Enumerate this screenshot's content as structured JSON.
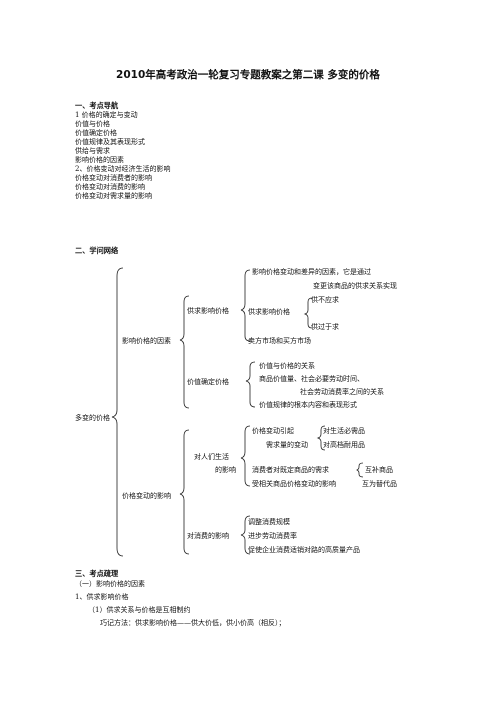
{
  "title": "2010年高考政治一轮复习专题教案之第二课 多变的价格",
  "section1": {
    "heading": "一、考点导航",
    "lines": [
      "1 价格的确定与变动",
      "价值与价格",
      "价值确定价格",
      "价值规律及其表现形式",
      "供给与需求",
      "影响价格的因素",
      "2、价格变动对经济生活的影响",
      "价格变动对消费者的影响",
      "价格变动对消费的影响",
      "价格变动对需求量的影响"
    ]
  },
  "section2": {
    "heading": "二、学问网络"
  },
  "map": {
    "root": "多变的价格",
    "b1": "影响价格的因素",
    "b1a": "供求影响价格",
    "b1a1": "影响价格变动和差异的因素，它是通过",
    "b1a1b": "变更该商品的供求关系实现",
    "b1a2": "供求影响价格",
    "b1a2a": "供不应求",
    "b1a2b": "供过于求",
    "b1a3": "卖方市场和买方市场",
    "b1b": "价值确定价格",
    "b1b1": "价值与价格的关系",
    "b1b2": "商品价值量、社会必要劳动时间、",
    "b1b2b": "社会劳动消费率之间的关系",
    "b1b3": "价值规律的根本内容和表现形式",
    "b2": "价格变动的影响",
    "b2a": "对人们生活",
    "b2a_b": "的影响",
    "b2a1": "价格变动引起",
    "b2a1b": "需求量的变动",
    "b2a1x": "对生活必需品",
    "b2a1y": "对高档耐用品",
    "b2a2": "消费者对既定商品的需求",
    "b2a2x": "互补商品",
    "b2a3": "受相关商品价格变动的影响",
    "b2a3x": "互为替代品",
    "b2b": "对消费的影响",
    "b2b1": "调整消费规模",
    "b2b2": "进步劳动消费率",
    "b2b3": "促使企业消费适销对路的高质量产品"
  },
  "section3": {
    "heading": "三、考点疏理",
    "lines": [
      "（一）影响价格的因素",
      "1、供求影响价格",
      "（1）供求关系与价格是互相制约",
      "巧记方法：供求影响价格——供大价低，供小价高（相反）；"
    ]
  }
}
